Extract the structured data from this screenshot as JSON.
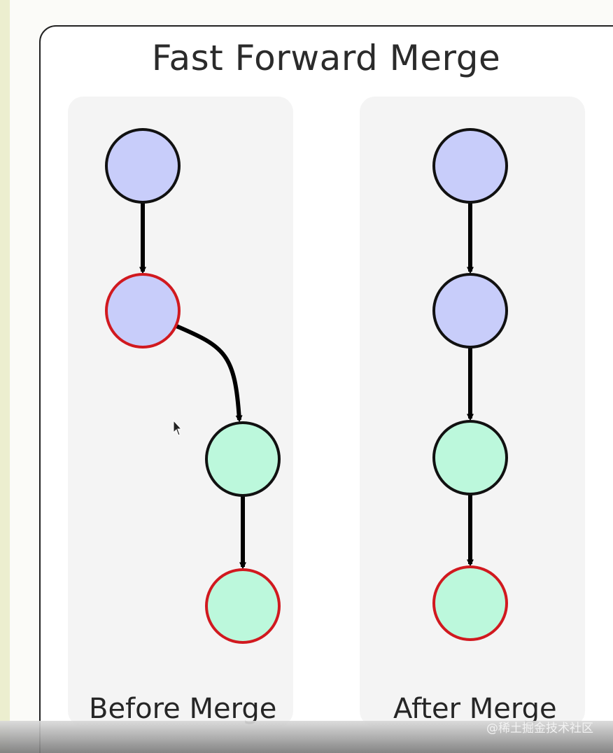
{
  "diagram": {
    "title": "Fast Forward Merge",
    "panels": [
      {
        "label": "Before Merge",
        "commits": [
          {
            "fill": "#c8cdfa",
            "highlighted": false
          },
          {
            "fill": "#c8cdfa",
            "highlighted": true
          },
          {
            "fill": "#bcf8dc",
            "highlighted": false
          },
          {
            "fill": "#bcf8dc",
            "highlighted": true
          }
        ],
        "edges": [
          [
            0,
            1
          ],
          [
            1,
            2
          ],
          [
            2,
            3
          ]
        ]
      },
      {
        "label": "After Merge",
        "commits": [
          {
            "fill": "#c8cdfa",
            "highlighted": false
          },
          {
            "fill": "#c8cdfa",
            "highlighted": false
          },
          {
            "fill": "#bcf8dc",
            "highlighted": false
          },
          {
            "fill": "#bcf8dc",
            "highlighted": true
          }
        ],
        "edges": [
          [
            0,
            1
          ],
          [
            1,
            2
          ],
          [
            2,
            3
          ]
        ]
      }
    ]
  },
  "colors": {
    "main_branch_commit": "#c8cdfa",
    "feature_branch_commit": "#bcf8dc",
    "highlight_outline": "#d1191f",
    "normal_outline": "#111111",
    "arrow": "#000000"
  },
  "watermark": {
    "text": "@稀土掘金技术社区"
  }
}
